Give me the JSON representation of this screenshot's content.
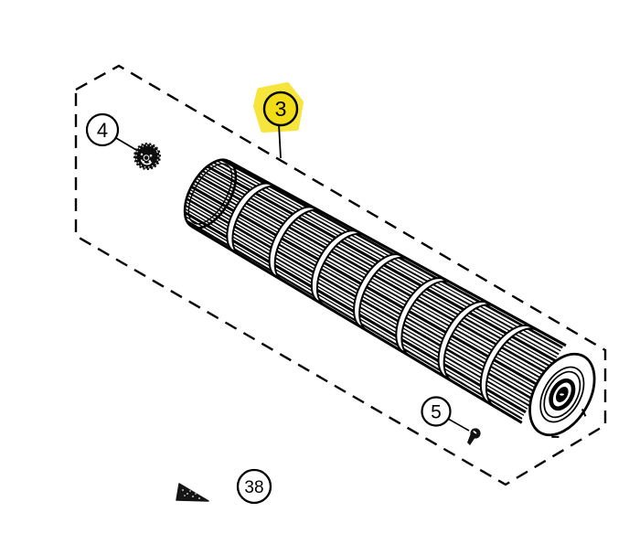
{
  "canvas": {
    "background": "#ffffff",
    "line_color": "#000000"
  },
  "callouts": {
    "c3": {
      "label": "3",
      "circle_fill": "#F2DC15",
      "highlight_fill": "#F6E53C",
      "highlighted": true
    },
    "c4": {
      "label": "4",
      "circle_fill": "#ffffff"
    },
    "c5": {
      "label": "5",
      "circle_fill": "#ffffff"
    },
    "c38": {
      "label": "38",
      "circle_fill": "#ffffff"
    }
  }
}
